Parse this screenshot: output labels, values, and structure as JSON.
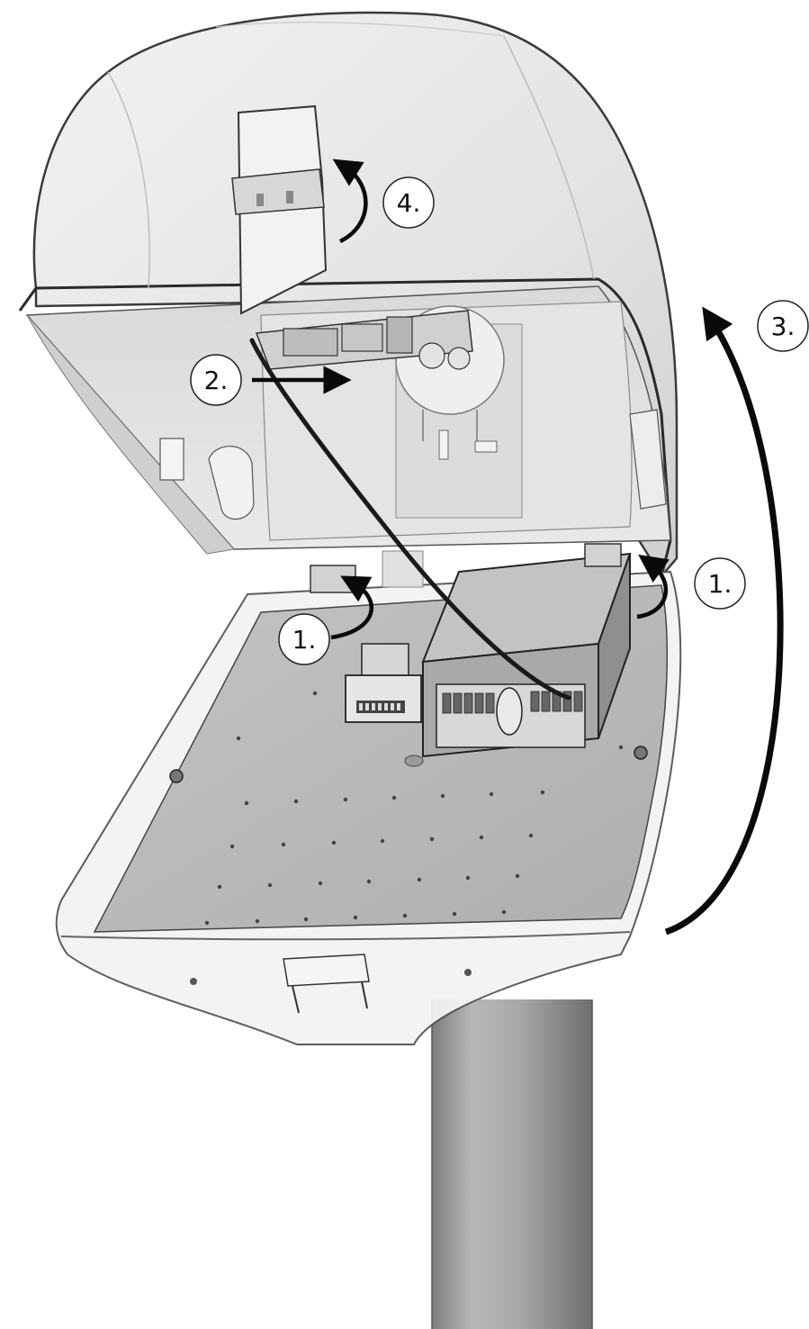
{
  "steps": {
    "step1_left": "1.",
    "step1_right": "1.",
    "step2": "2.",
    "step3": "3.",
    "step4": "4."
  },
  "colors": {
    "device_light": "#eeeeee",
    "device_mid": "#d4d4d4",
    "device_dark": "#9a9a9a",
    "plate": "#b9b9b9",
    "pole": "#a6a6a6",
    "ink": "#0a0a0a"
  }
}
